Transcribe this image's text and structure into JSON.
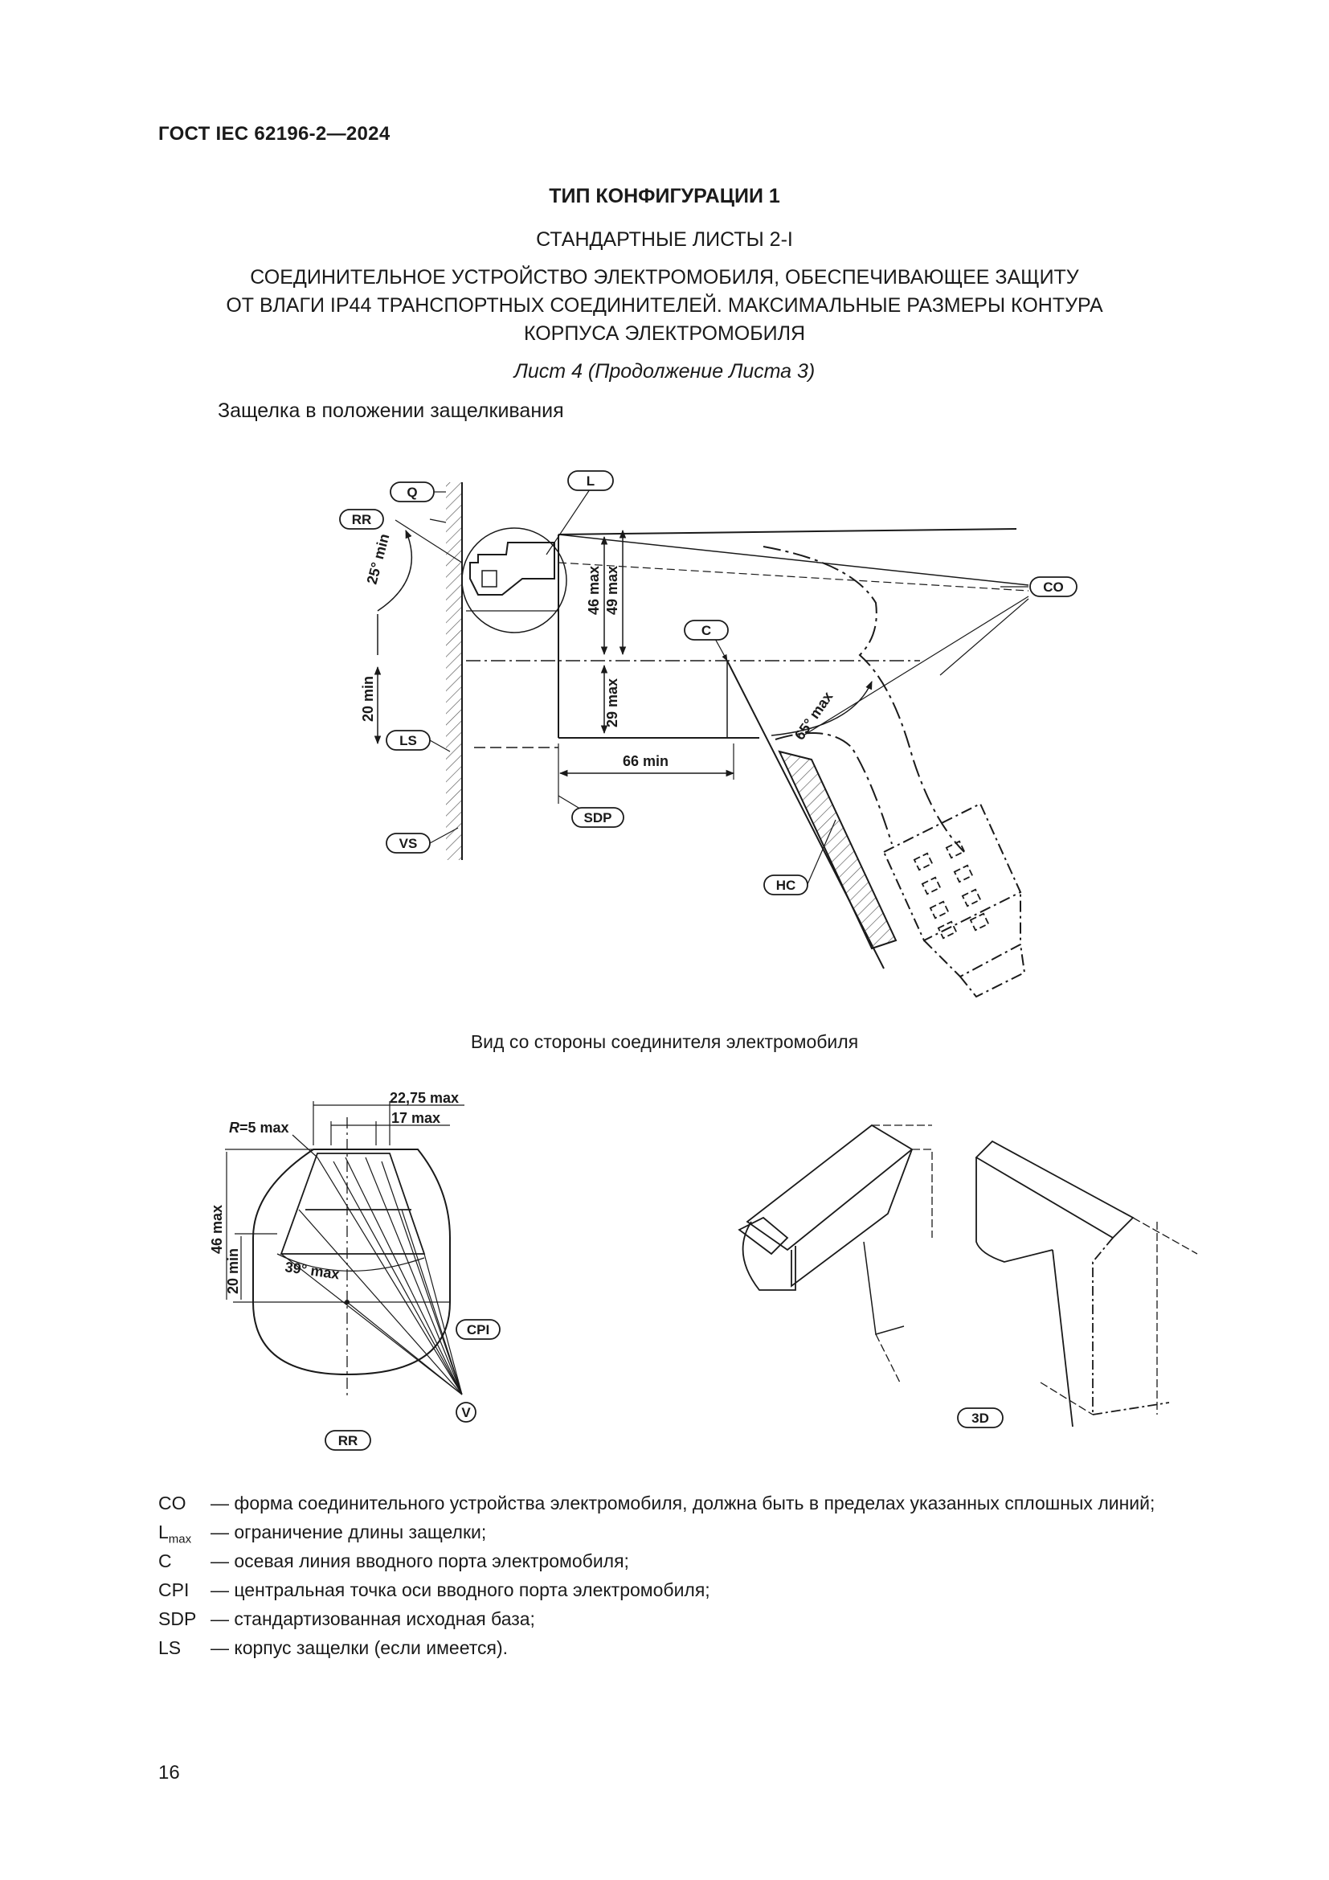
{
  "header": {
    "doc_code": "ГОСТ IEC 62196-2—2024"
  },
  "title": {
    "config_type": "ТИП КОНФИГУРАЦИИ 1",
    "sheets": "СТАНДАРТНЫЕ ЛИСТЫ 2-I",
    "description_lines": [
      "СОЕДИНИТЕЛЬНОЕ УСТРОЙСТВО ЭЛЕКТРОМОБИЛЯ, ОБЕСПЕЧИВАЮЩЕЕ ЗАЩИТУ",
      "ОТ ВЛАГИ IP44 ТРАНСПОРТНЫХ СОЕДИНИТЕЛЕЙ. МАКСИМАЛЬНЫЕ РАЗМЕРЫ КОНТУРА",
      "КОРПУСА ЭЛЕКТРОМОБИЛЯ"
    ],
    "sheet_ref": "Лист 4 (Продолжение Листа 3)"
  },
  "figure1": {
    "caption": "Защелка в положении защелкивания",
    "labels": {
      "q": "Q",
      "l": "L",
      "rr": "RR",
      "co": "CO",
      "c": "C",
      "ls": "LS",
      "sdp": "SDP",
      "vs": "VS",
      "hc": "HC"
    },
    "dims": {
      "angle25": "25° min",
      "d46": "46 max",
      "d49": "49 max",
      "d20": "20 min",
      "d29": "29 max",
      "d66": "66 min",
      "angle65": "65° max"
    }
  },
  "figure2": {
    "caption": "Вид со стороны соединителя электромобиля",
    "labels": {
      "cpi": "CPI",
      "v": "V",
      "rr": "RR",
      "threed": "3D"
    },
    "dims": {
      "w2275": "22,75 max",
      "w17": "17 max",
      "r5_italic": "R",
      "r5_rest": "=5 max",
      "h46": "46 max",
      "h20": "20 min",
      "angle39": "39° max"
    }
  },
  "legend": [
    {
      "key": "CO",
      "key_sub": "",
      "text": "— форма соединительного устройства электромобиля, должна быть в пределах указанных сплошных линий;"
    },
    {
      "key": "L",
      "key_sub": "max",
      "text": "— ограничение длины защелки;"
    },
    {
      "key": "C",
      "key_sub": "",
      "text": "— осевая линия вводного порта электромобиля;"
    },
    {
      "key": "CPI",
      "key_sub": "",
      "text": "— центральная точка оси вводного порта электромобиля;"
    },
    {
      "key": "SDP",
      "key_sub": "",
      "text": "— стандартизованная исходная база;"
    },
    {
      "key": "LS",
      "key_sub": "",
      "text": "— корпус защелки (если имеется)."
    }
  ],
  "page_number": "16"
}
